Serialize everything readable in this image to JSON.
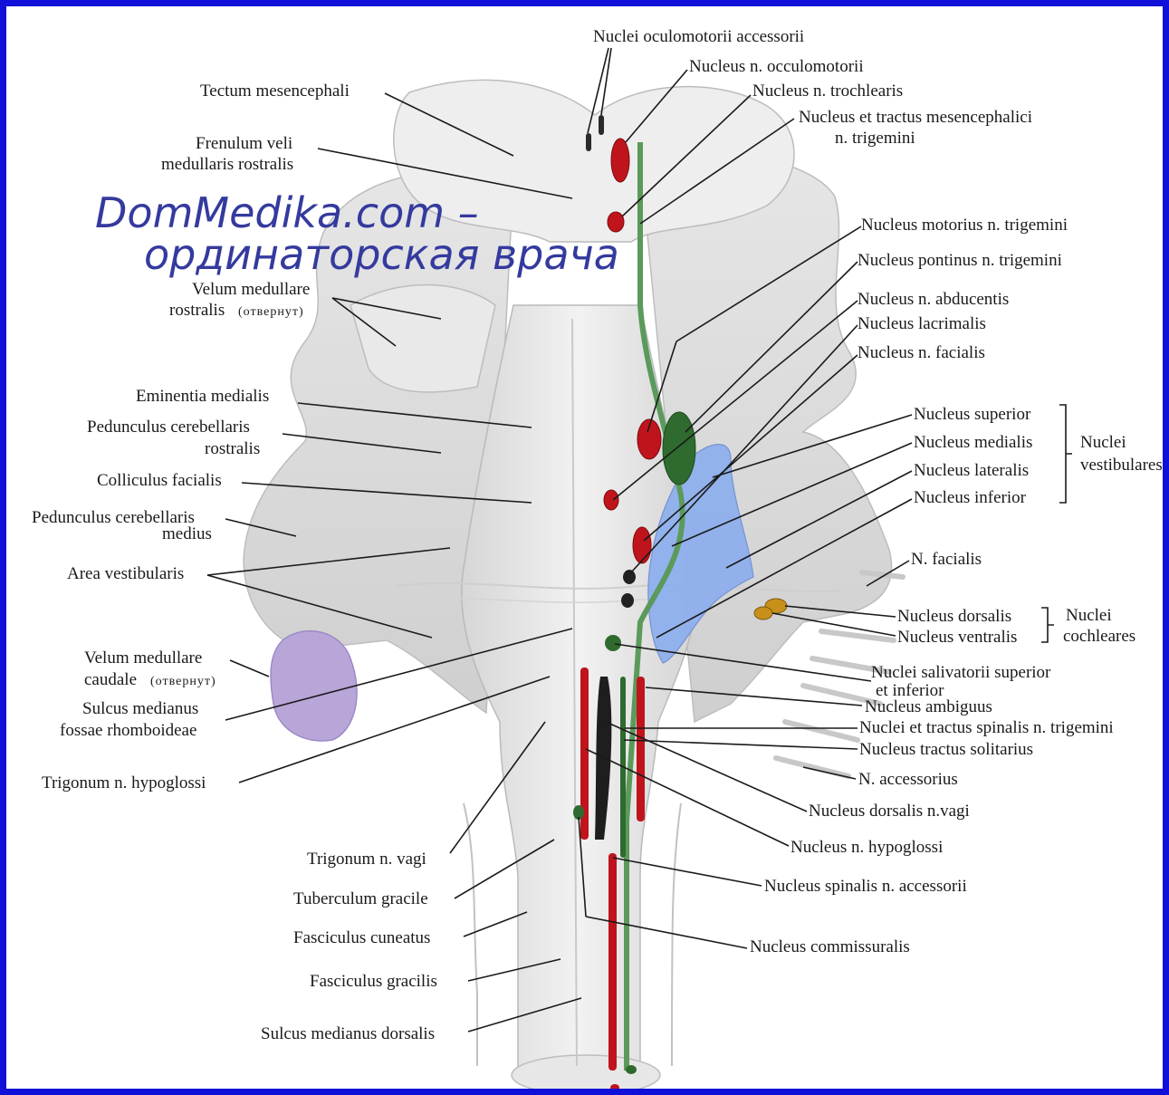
{
  "watermark": {
    "line1": "DomMedika.com –",
    "line2": "ординаторская врача"
  },
  "labels_left": {
    "tectum": "Tectum mesencephali",
    "frenulum_1": "Frenulum veli",
    "frenulum_2": "medullaris rostralis",
    "velum_rostralis_1": "Velum medullare",
    "velum_rostralis_2": "rostralis",
    "velum_rostralis_note": "(отвернут)",
    "eminentia": "Eminentia medialis",
    "pedunculus_rostralis_1": "Pedunculus cerebellaris",
    "pedunculus_rostralis_2": "rostralis",
    "colliculus_facialis": "Colliculus facialis",
    "pedunculus_medius_1": "Pedunculus cerebellaris",
    "pedunculus_medius_2": "medius",
    "area_vestibularis": "Area vestibularis",
    "velum_caudale_1": "Velum medullare",
    "velum_caudale_2": "caudale",
    "velum_caudale_note": "(отвернут)",
    "sulcus_medianus_1": "Sulcus medianus",
    "sulcus_medianus_2": "fossae rhomboideae",
    "trigonum_hypoglossi": "Trigonum n. hypoglossi",
    "trigonum_vagi": "Trigonum n. vagi",
    "tuberculum_gracile": "Tuberculum gracile",
    "fasciculus_cuneatus": "Fasciculus cuneatus",
    "fasciculus_gracilis": "Fasciculus gracilis",
    "sulcus_medianus_dorsalis": "Sulcus medianus dorsalis"
  },
  "labels_right": {
    "oculomotorii_accessorii": "Nuclei oculomotorii accessorii",
    "n_occulomotorii": "Nucleus n. occulomotorii",
    "n_trochlearis": "Nucleus n. trochlearis",
    "mesencephalici_1": "Nucleus et tractus mesencephalici",
    "mesencephalici_2": "n. trigemini",
    "motorius_trigemini": "Nucleus motorius n. trigemini",
    "pontinus_trigemini": "Nucleus pontinus n. trigemini",
    "abducentis": "Nucleus n. abducentis",
    "lacrimalis": "Nucleus lacrimalis",
    "facialis": "Nucleus n. facialis",
    "vest_superior": "Nucleus superior",
    "vest_medialis": "Nucleus medialis",
    "vest_lateralis": "Nucleus lateralis",
    "vest_inferior": "Nucleus inferior",
    "vest_group_1": "Nuclei",
    "vest_group_2": "vestibulares",
    "n_facialis": "N. facialis",
    "coch_dorsalis": "Nucleus dorsalis",
    "coch_ventralis": "Nucleus ventralis",
    "coch_group_1": "Nuclei",
    "coch_group_2": "cochleares",
    "salivatorii_1": "Nuclei salivatorii superior",
    "salivatorii_2": "et inferior",
    "ambiguus": "Nucleus ambiguus",
    "spinalis_trigemini": "Nuclei et tractus spinalis n. trigemini",
    "tractus_solitarius": "Nucleus tractus solitarius",
    "n_accessorius": "N. accessorius",
    "dorsalis_vagi": "Nucleus dorsalis n.vagi",
    "n_hypoglossi": "Nucleus n. hypoglossi",
    "spinalis_accessorii": "Nucleus spinalis n. accessorii",
    "commissuralis": "Nucleus commissuralis"
  },
  "colors": {
    "frame": "#1010d8",
    "watermark": "#343a9e",
    "motor_nucleus": "#c0141c",
    "parasympathetic_nucleus": "#2f6b2f",
    "vestibular_nucleus": "#8fb0ee",
    "cochlear_nucleus": "#c8901a",
    "velum_caudale": "#b9a6d8",
    "tissue": "#ececec",
    "tissue_shadow": "#c9c9c9"
  }
}
